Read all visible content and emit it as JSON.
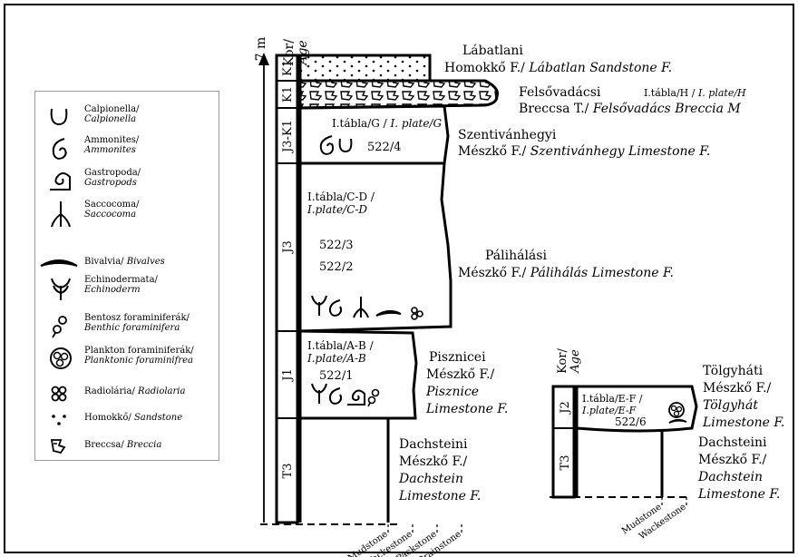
{
  "scale_label": "7 m",
  "column_header": {
    "main": "Kor/",
    "alt": "Age"
  },
  "column2_header": {
    "main": "Kor/",
    "alt": "Age"
  },
  "legend": [
    {
      "icon": "calpionella-icon",
      "hu": "Calpionella/",
      "en": "Calpionella"
    },
    {
      "icon": "ammonite-icon",
      "hu": "Ammonites/",
      "en": "Ammonites"
    },
    {
      "icon": "gastropod-icon",
      "hu": "Gastropoda/",
      "en": "Gastropods"
    },
    {
      "icon": "saccocoma-icon",
      "hu": "Saccocoma/",
      "en": "Saccocoma"
    },
    {
      "icon": "bivalve-icon",
      "hu": "Bivalvia/",
      "en": "Bivalves",
      "inline": true
    },
    {
      "icon": "echinoderm-icon",
      "hu": "Echinodermata/",
      "en": "Echinoderm"
    },
    {
      "icon": "benthic-foram-icon",
      "hu": "Bentosz foraminiferák/",
      "en": "Benthic foraminifera"
    },
    {
      "icon": "plankton-foram-icon",
      "hu": "Plankton foraminiferák/",
      "en": "Planktonic foraminifrea"
    },
    {
      "icon": "radiolaria-icon",
      "hu": "Radiolária/",
      "en": "Radiolaria",
      "inline": true
    },
    {
      "icon": "sandstone-icon",
      "hu": "Homokkő/",
      "en": "Sandstone",
      "inline": true
    },
    {
      "icon": "breccia-icon",
      "hu": "Breccsa/",
      "en": "Breccia",
      "inline": true
    }
  ],
  "ages": [
    "K1",
    "K1",
    "J3-K1",
    "J3",
    "J1",
    "T3"
  ],
  "ages2": [
    "J2",
    "T3"
  ],
  "units": [
    {
      "line1": "Lábatlani",
      "line2a": "Homokkő F./ ",
      "line2b": "Lábatlan Sandstone F."
    },
    {
      "line1": "Felsővadácsi",
      "plate_a": "I.tábla/H / ",
      "plate_b": "I. plate/H",
      "line2a": "Breccsa T./ ",
      "line2b": "Felsővadács Breccia M"
    },
    {
      "line1": "Szentivánhegyi",
      "line2a": "Mészkő F./ ",
      "line2b": "Szentivánhegy Limestone F."
    },
    {
      "line1": "Pálihálási",
      "line2a": "Mészkő F./ ",
      "line2b": "Pálihálás Limestone F."
    },
    {
      "line1": "Pisznicei",
      "line2": "Mészkő F./",
      "line3": "Pisznice",
      "line4": "Limestone F."
    },
    {
      "line1": "Dachsteini",
      "line2": "Mészkő F./",
      "line3": "Dachstein",
      "line4": "Limestone F."
    }
  ],
  "units2": [
    {
      "line1": "Tölgyháti",
      "line2": "Mészkő F./",
      "line3": "Tölgyhát",
      "line4": "Limestone F."
    },
    {
      "line1": "Dachsteini",
      "line2": "Mészkő F./",
      "line3": "Dachstein",
      "line4": "Limestone F."
    }
  ],
  "plates": [
    {
      "a": "I.tábla/G / ",
      "b": "I. plate/G"
    },
    {
      "a": "I.tábla/C-D /",
      "b": "I.plate/C-D"
    },
    {
      "a": "I.tábla/A-B /",
      "b": "I.plate/A-B"
    },
    {
      "a": "I.tábla/E-F /",
      "b": "I.plate/E-F"
    }
  ],
  "samples": [
    "522/4",
    "522/3",
    "522/2",
    "522/1",
    "522/6"
  ],
  "textures": [
    "Mudstone",
    "Wackestone",
    "Packstone",
    "Grainstone"
  ],
  "textures2": [
    "Mudstone",
    "Wackestone"
  ]
}
